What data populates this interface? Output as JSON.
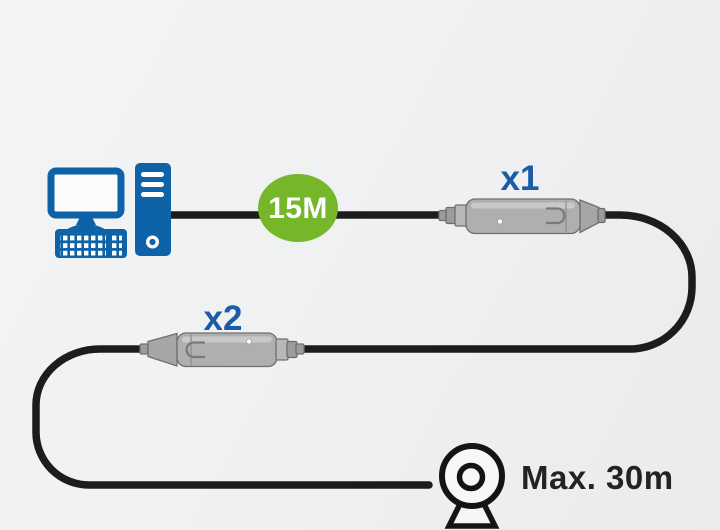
{
  "diagram": {
    "description": "USB active extension cable setup from a computer to a webcam",
    "labels": {
      "cable_length": "15M",
      "extender1": "x1",
      "extender2": "x2",
      "max_distance": "Max. 30m"
    },
    "icons": {
      "source_device": "desktop-computer-icon",
      "length_badge": "cable-length-badge",
      "repeater1": "usb-extender-icon",
      "repeater2": "usb-extender-icon",
      "end_device": "webcam-icon",
      "connection": "cable-line"
    },
    "colors": {
      "bg-start": "#F3F4F5",
      "bg-end": "#E9EBED",
      "computer-blue": "#0E62A8",
      "badge-green": "#76B72A",
      "label-blue": "#1A5CA8",
      "cable-black": "#1C1C1C",
      "device-gray": "#AFAFAF",
      "device-gray-dark": "#6F6F6F",
      "text-dark": "#232323",
      "white": "#FFFFFF"
    }
  }
}
